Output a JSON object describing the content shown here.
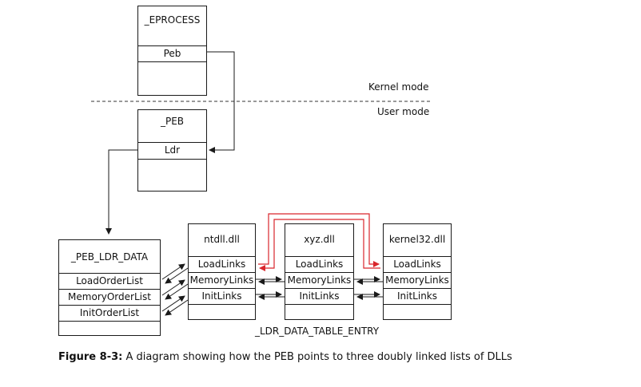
{
  "eprocess": {
    "title": "_EPROCESS",
    "field": "Peb"
  },
  "peb": {
    "title": "_PEB",
    "field": "Ldr"
  },
  "mode": {
    "kernel": "Kernel mode",
    "user": "User mode"
  },
  "peb_ldr_data": {
    "title": "_PEB_LDR_DATA",
    "fields": [
      "LoadOrderList",
      "MemoryOrderList",
      "InitOrderList"
    ]
  },
  "entries": [
    {
      "name": "ntdll.dll",
      "fields": [
        "LoadLinks",
        "MemoryLinks",
        "InitLinks"
      ]
    },
    {
      "name": "xyz.dll",
      "fields": [
        "LoadLinks",
        "MemoryLinks",
        "InitLinks"
      ]
    },
    {
      "name": "kernel32.dll",
      "fields": [
        "LoadLinks",
        "MemoryLinks",
        "InitLinks"
      ]
    }
  ],
  "entry_type_label": "_LDR_DATA_TABLE_ENTRY",
  "caption": {
    "label": "Figure 8-3:",
    "text": " A diagram showing how the PEB points to three doubly linked lists of DLLs"
  },
  "colors": {
    "line": "#1a1a1a",
    "highlight": "#d9262c"
  }
}
